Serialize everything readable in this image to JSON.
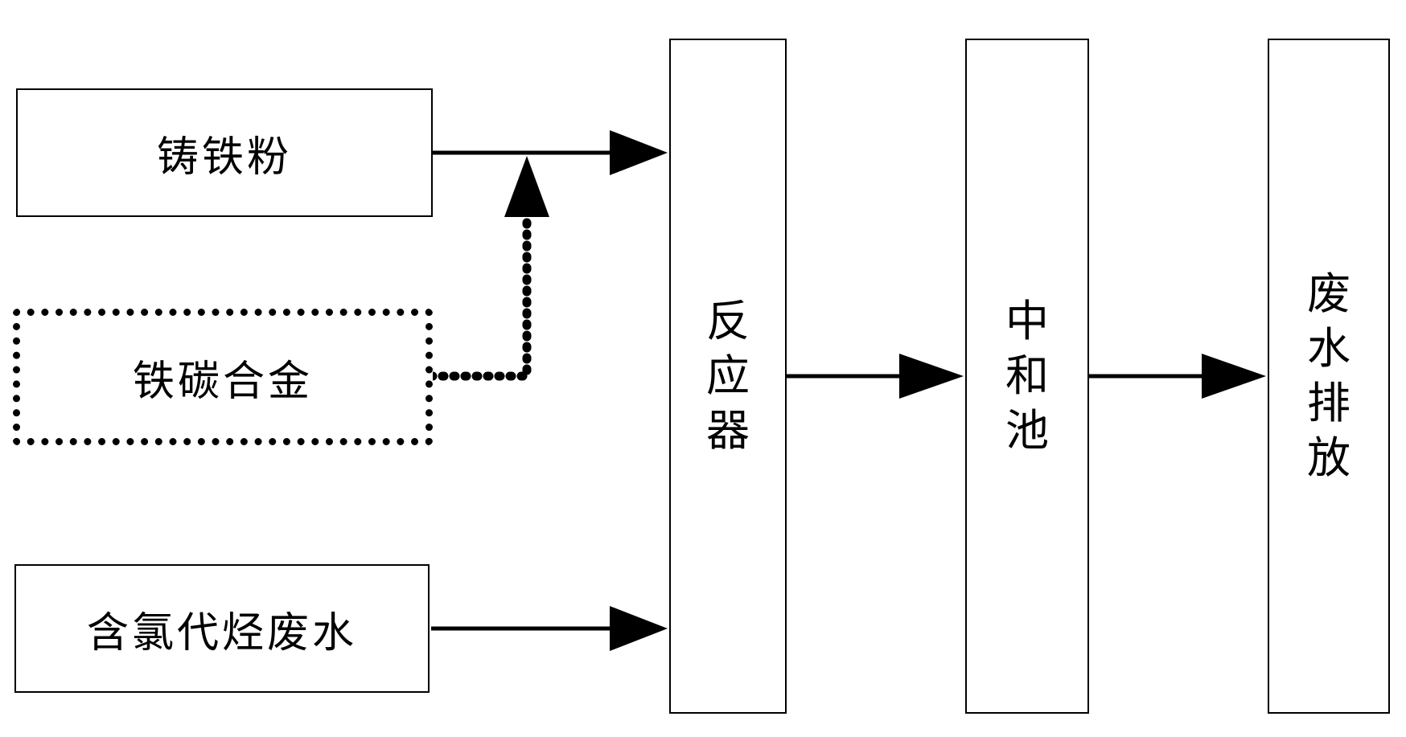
{
  "diagram": {
    "nodes": {
      "cast_iron_powder": {
        "label": "铸铁粉"
      },
      "iron_carbon_alloy": {
        "label": "铁碳合金"
      },
      "wastewater_input": {
        "label": "含氯代烃废水"
      },
      "reactor": {
        "label": "反应器"
      },
      "neutralization_tank": {
        "label": "中和池"
      },
      "discharge": {
        "label": "废水排放"
      }
    },
    "edges": [
      {
        "from": "cast_iron_powder",
        "to": "reactor",
        "style": "solid"
      },
      {
        "from": "iron_carbon_alloy",
        "to": "cast_iron_powder-reactor link",
        "style": "dotted"
      },
      {
        "from": "wastewater_input",
        "to": "reactor",
        "style": "solid"
      },
      {
        "from": "reactor",
        "to": "neutralization_tank",
        "style": "solid"
      },
      {
        "from": "neutralization_tank",
        "to": "discharge",
        "style": "solid"
      }
    ]
  }
}
